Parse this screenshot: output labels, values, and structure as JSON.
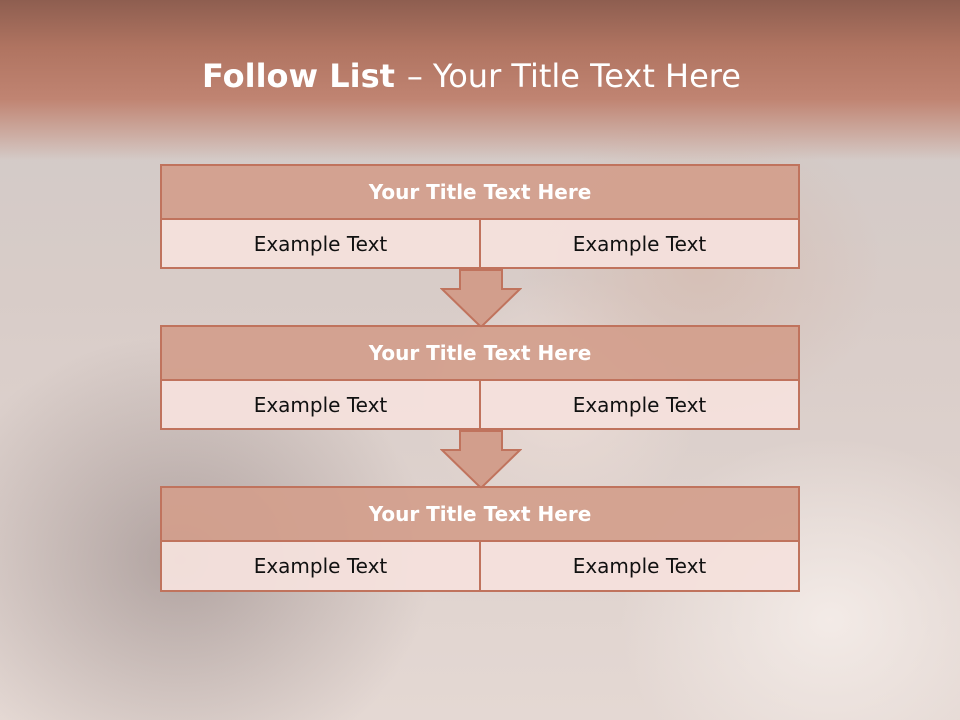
{
  "colors": {
    "banner": "#b07461",
    "box_border": "#c0735d",
    "title_fill": "#d29e8c",
    "cell_fill": "#f4e0dc",
    "arrow_fill": "#d29e8c"
  },
  "header": {
    "title_bold": "Follow List",
    "separator": "–",
    "title_rest": "Your Title Text Here"
  },
  "blocks": [
    {
      "title": "Your Title Text Here",
      "cells": [
        "Example Text",
        "Example Text"
      ]
    },
    {
      "title": "Your Title Text Here",
      "cells": [
        "Example Text",
        "Example Text"
      ]
    },
    {
      "title": "Your Title Text Here",
      "cells": [
        "Example Text",
        "Example Text"
      ]
    }
  ],
  "connectors": [
    "down-arrow-icon",
    "down-arrow-icon"
  ]
}
